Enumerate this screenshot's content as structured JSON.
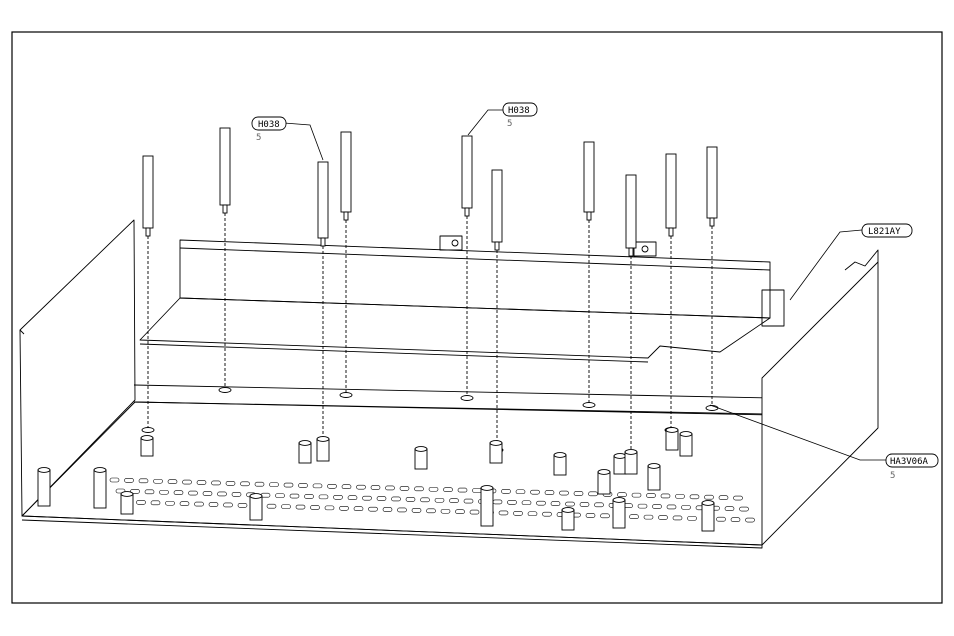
{
  "callouts": [
    {
      "id": "h038-left",
      "part": "H038",
      "qty": "5"
    },
    {
      "id": "h038-center",
      "part": "H038",
      "qty": "5"
    },
    {
      "id": "l821ay",
      "part": "L821AY",
      "qty": ""
    },
    {
      "id": "ha3v06a",
      "part": "HA3V06A",
      "qty": "5"
    }
  ]
}
